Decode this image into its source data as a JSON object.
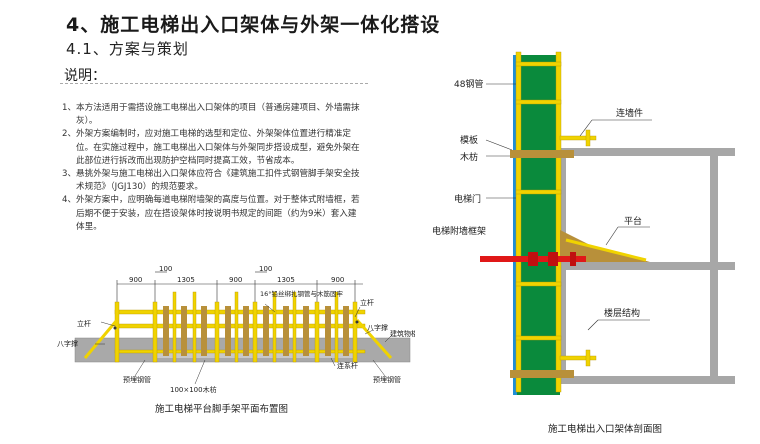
{
  "heading": "4、施工电梯出入口架体与外架一体化搭设",
  "subheading": "4.1、方案与策划",
  "notes_title": "说明：",
  "notes": [
    {
      "num": "1、",
      "text": "本方法适用于需搭设施工电梯出入口架体的项目（普通房建项目、外墙需抹灰）。"
    },
    {
      "num": "2、",
      "text": "外架方案编制时，应对施工电梯的选型和定位、外架架体位置进行精准定位。在实施过程中，施工电梯出入口架体与外架同步搭设成型，避免外架在此部位进行拆改而出现防护空档同时提高工效，节省成本。"
    },
    {
      "num": "3、",
      "text": "悬挑外架与施工电梯出入口架体应符合《建筑施工扣件式钢管脚手架安全技术规范》（JGJ130）的规范要求。"
    },
    {
      "num": "4、",
      "text": "外架方案中，应明确每道电梯附墙架的高度与位置。对于整体式附墙框，若后期不便于安装，应在搭设架体时按说明书规定的间距（约为9米）套入建体里。"
    }
  ],
  "plan": {
    "caption": "施工电梯平台脚手架平面布置图",
    "dims_top": [
      "900",
      "1305",
      "900",
      "1305",
      "900"
    ],
    "dims_mid": [
      "100",
      "100"
    ],
    "labels": {
      "wire": "16°铅丝绑扎钢管与木筋固牢",
      "pole_left": "立杆",
      "pole_right": "立杆",
      "brace_left": "八字撑",
      "brace_right": "八字撑",
      "slab": "建筑物楼板",
      "embed_left": "预埋钢管",
      "embed_right": "预埋钢管",
      "batten": "100×100木枋",
      "tie": "连系杆"
    }
  },
  "section": {
    "caption": "施工电梯出入口架体剖面图",
    "labels": {
      "pipe": "48钢管",
      "template": "模板",
      "wood": "木枋",
      "door": "电梯门",
      "attach": "电梯附墙框架",
      "connector": "连墙件",
      "platform": "平台",
      "floor": "楼层结构"
    }
  },
  "colors": {
    "yellow": "#f0d300",
    "green": "#0a8a3c",
    "gray": "#9a9a9a",
    "red": "#e01818",
    "blue": "#1f8fd6",
    "wood": "#b8903a"
  }
}
